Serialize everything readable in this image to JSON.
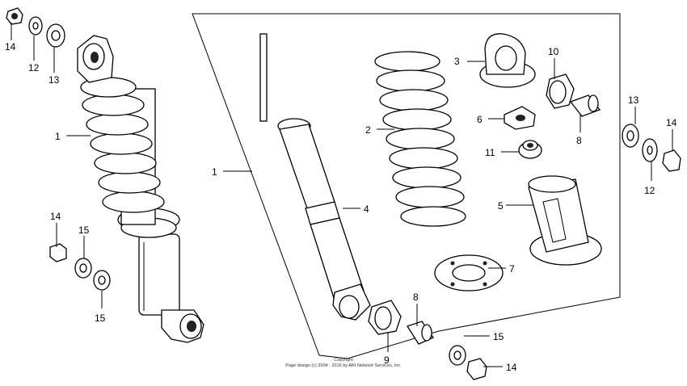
{
  "diagram": {
    "callouts": {
      "c14_topleft": "14",
      "c12_topleft": "12",
      "c13_topleft": "13",
      "c1_left": "1",
      "c14_midleft": "14",
      "c15_left_upper": "15",
      "c15_left_lower": "15",
      "c1_box": "1",
      "c3": "3",
      "c10": "10",
      "c2": "2",
      "c6": "6",
      "c8_upper": "8",
      "c11": "11",
      "c4": "4",
      "c5": "5",
      "c7": "7",
      "c8_lower": "8",
      "c9": "9",
      "c15_bottom": "15",
      "c14_bottom": "14",
      "c13_right": "13",
      "c14_right": "14",
      "c12_right": "12"
    },
    "copyright_line1": "Copyright",
    "copyright_line2": "Page design (c) 2004 - 2016 by ARI Network Services, Inc."
  }
}
